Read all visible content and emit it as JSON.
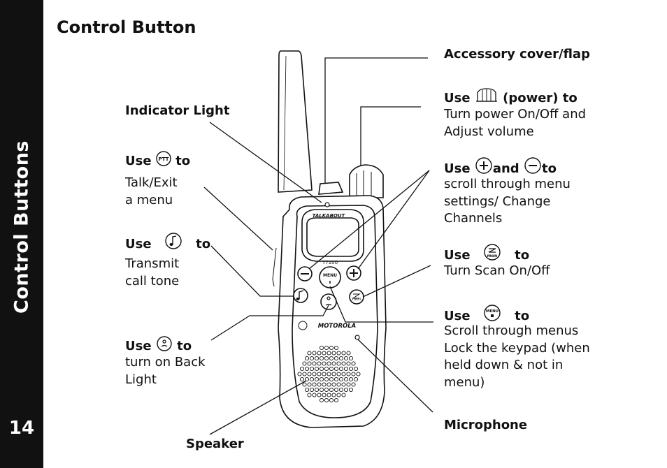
{
  "sidebar": {
    "title": "Control Buttons",
    "page_number": "14"
  },
  "heading": "Control Button",
  "labels": {
    "indicator": "Indicator Light",
    "ptt_use": "Use",
    "ptt_to": "to",
    "ptt_desc1": "Talk/Exit",
    "ptt_desc2": "a menu",
    "tone_use": "Use",
    "tone_to": "to",
    "tone_desc1": "Transmit",
    "tone_desc2": "call tone",
    "light_use": "Use",
    "light_to": "to",
    "light_desc1": "turn on Back",
    "light_desc2": "Light",
    "speaker": "Speaker",
    "accessory": "Accessory cover/flap",
    "power_use": "Use",
    "power_to": "(power) to",
    "power_desc1": "Turn power On/Off and",
    "power_desc2": "Adjust volume",
    "plusminus_use": "Use",
    "plusminus_and": "and",
    "plusminus_to": "to",
    "plusminus_desc1": "scroll through menu",
    "plusminus_desc2": "settings/  Change",
    "plusminus_desc3": "Channels",
    "scan_use": "Use",
    "scan_to": "to",
    "scan_desc": "Turn Scan On/Off",
    "menu_use": "Use",
    "menu_to": "to",
    "menu_desc1": "Scroll through menus",
    "menu_desc2": "Lock the keypad (when",
    "menu_desc3": "held down & not in",
    "menu_desc4": "menu)",
    "microphone": "Microphone"
  },
  "device": {
    "brand_top": "TALKABOUT",
    "model": "T7100",
    "brand": "MOTOROLA",
    "menu_key": "MENU",
    "ptt_key": "PTT",
    "mon_key": "mon"
  },
  "icons": [
    "ptt-icon",
    "music-note-icon",
    "light-icon",
    "power-knob-icon",
    "plus-icon",
    "minus-icon",
    "scan-icon",
    "menu-icon"
  ]
}
